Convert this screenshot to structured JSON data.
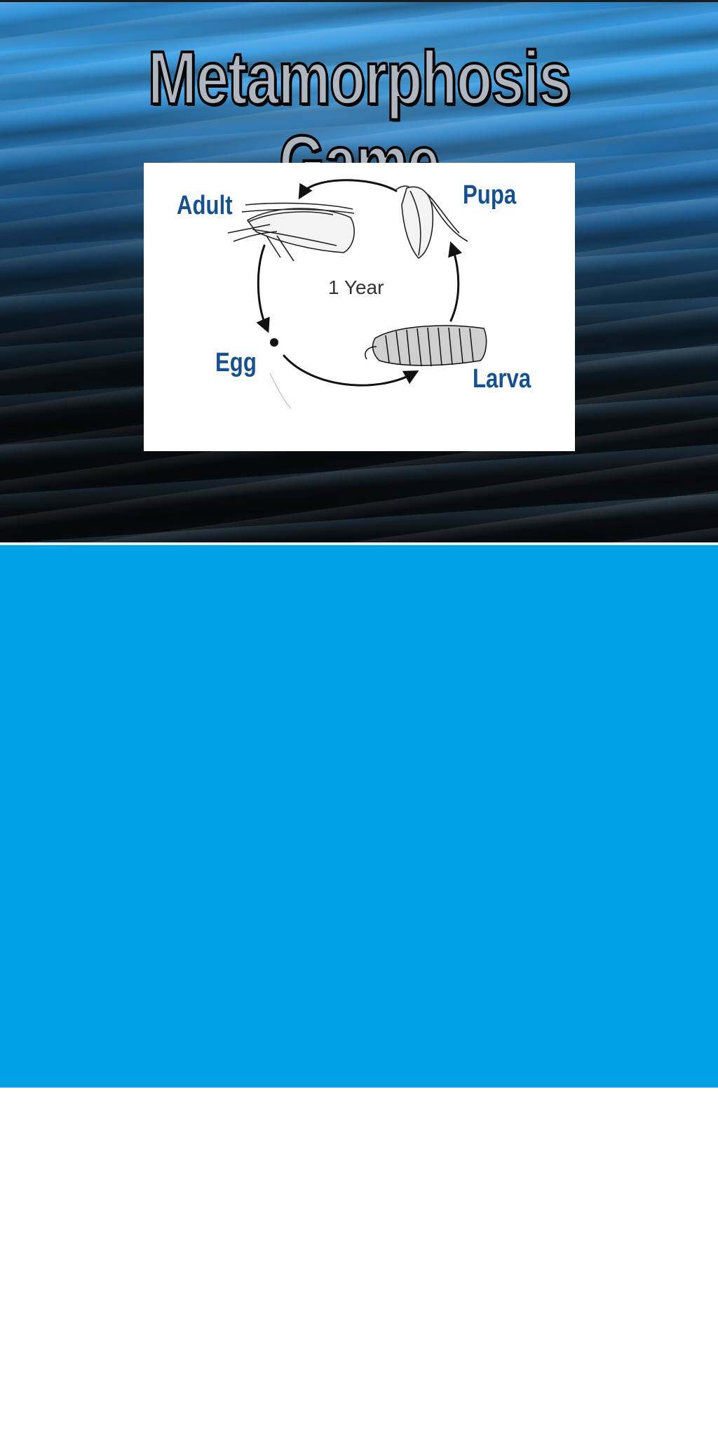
{
  "page": {
    "title": "Metamorphosis Game"
  },
  "diagram": {
    "cycle_label": "1 Year",
    "stages": {
      "adult": "Adult",
      "pupa": "Pupa",
      "larva": "Larva",
      "egg": "Egg"
    }
  },
  "colors": {
    "stage_label": "#17508f",
    "panel_blue": "#00a2e6",
    "water_dark": "#090d11",
    "water_light": "#3aa0e6"
  }
}
